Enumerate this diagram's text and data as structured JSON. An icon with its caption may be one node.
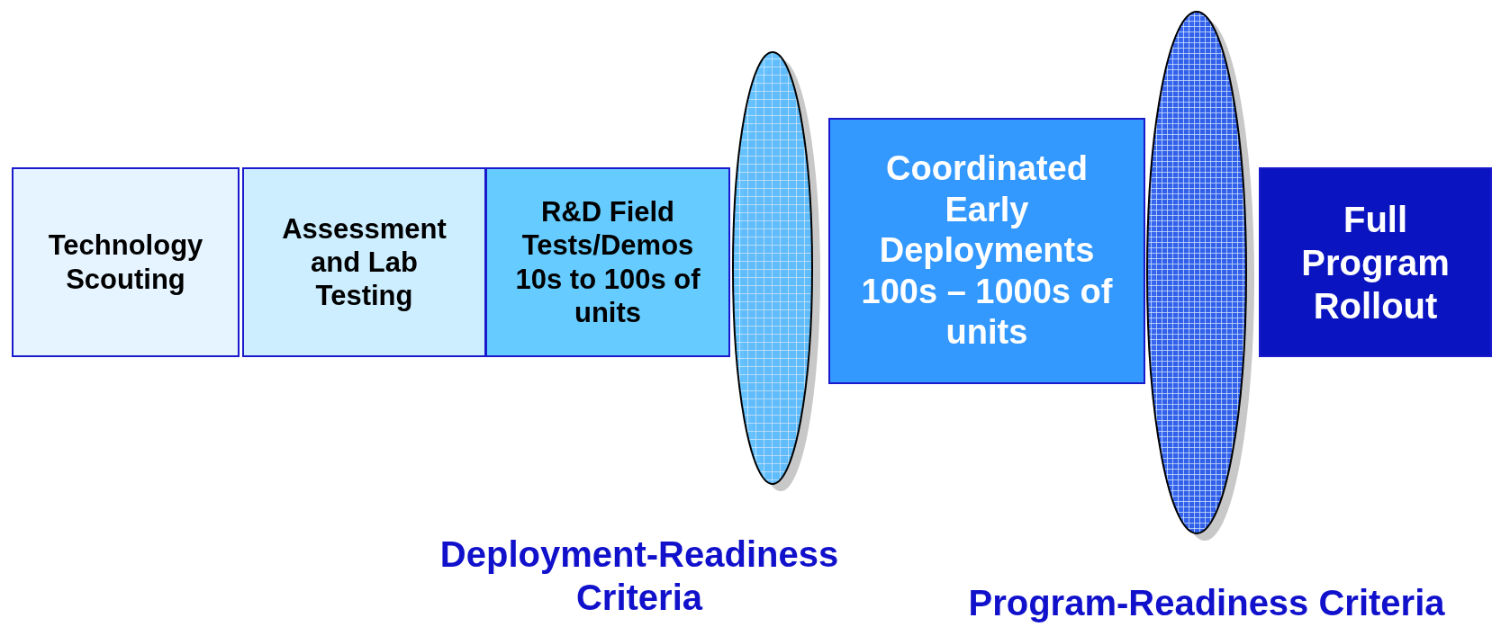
{
  "diagram": {
    "nodes": [
      {
        "text": [
          "Technology Scouting"
        ]
      },
      {
        "text": [
          "Assessment and Lab Testing"
        ]
      },
      {
        "text": [
          "R&D Field Tests/Demos",
          "10s to 100s of units"
        ]
      },
      {
        "text": [],
        "shape": "ellipse",
        "beside": [
          "Deployment-Readiness Criteria"
        ]
      },
      {
        "text": [
          "Coordinated Early Deployments",
          "100s – 1000s of units"
        ]
      },
      {
        "text": [],
        "shape": "ellipse",
        "beside": [
          "Program-Readiness Criteria"
        ]
      },
      {
        "text": [
          "Full Program Rollout"
        ]
      }
    ]
  }
}
